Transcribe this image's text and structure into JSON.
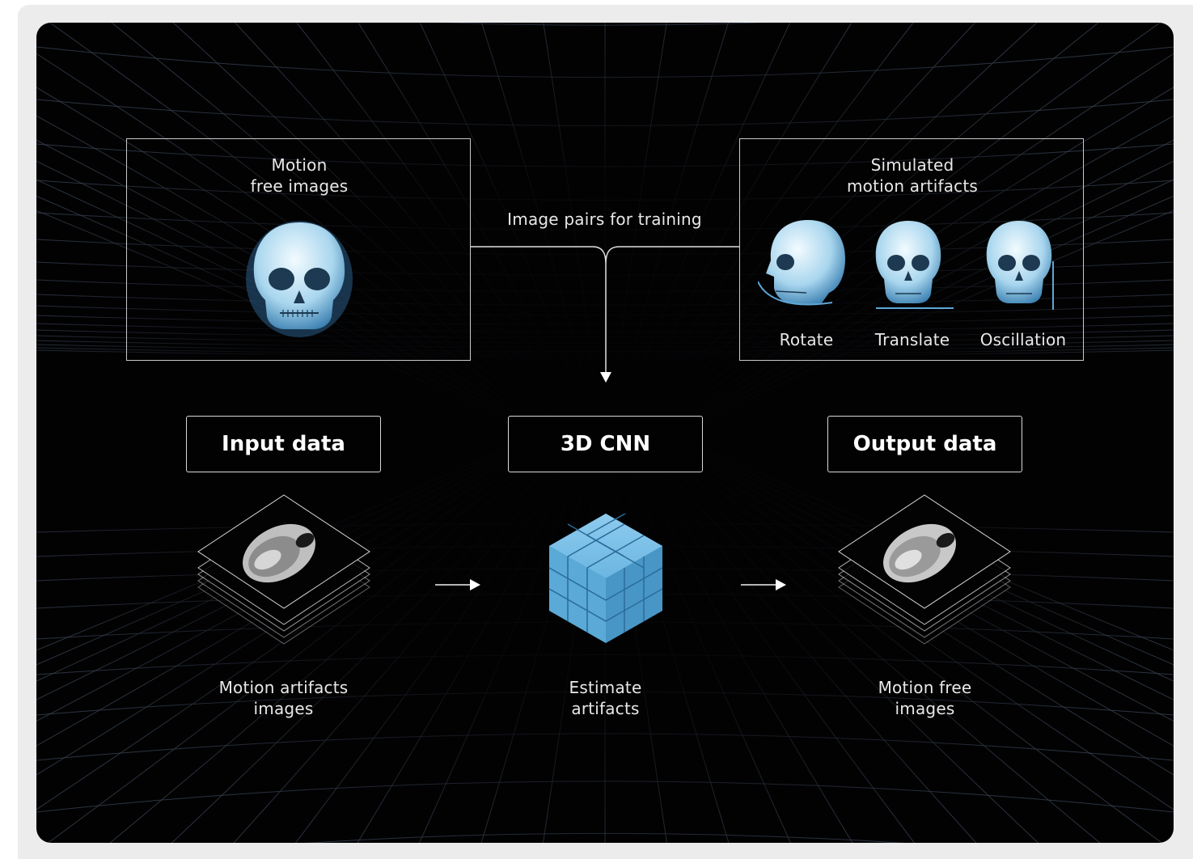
{
  "training": {
    "motion_free_title": "Motion\nfree images",
    "simulated_title": "Simulated\nmotion artifacts",
    "pairs_label": "Image pairs for training",
    "motion_types": [
      "Rotate",
      "Translate",
      "Oscillation"
    ]
  },
  "pipeline": {
    "input_title": "Input data",
    "cnn_title": "3D CNN",
    "output_title": "Output data",
    "input_caption": "Motion artifacts\nimages",
    "cnn_caption": "Estimate\nartifacts",
    "output_caption": "Motion free\nimages"
  },
  "colors": {
    "background": "#020203",
    "grid_line": "#3b4654",
    "cube": "#5aa9d6",
    "skull": "#cfe6f3"
  }
}
